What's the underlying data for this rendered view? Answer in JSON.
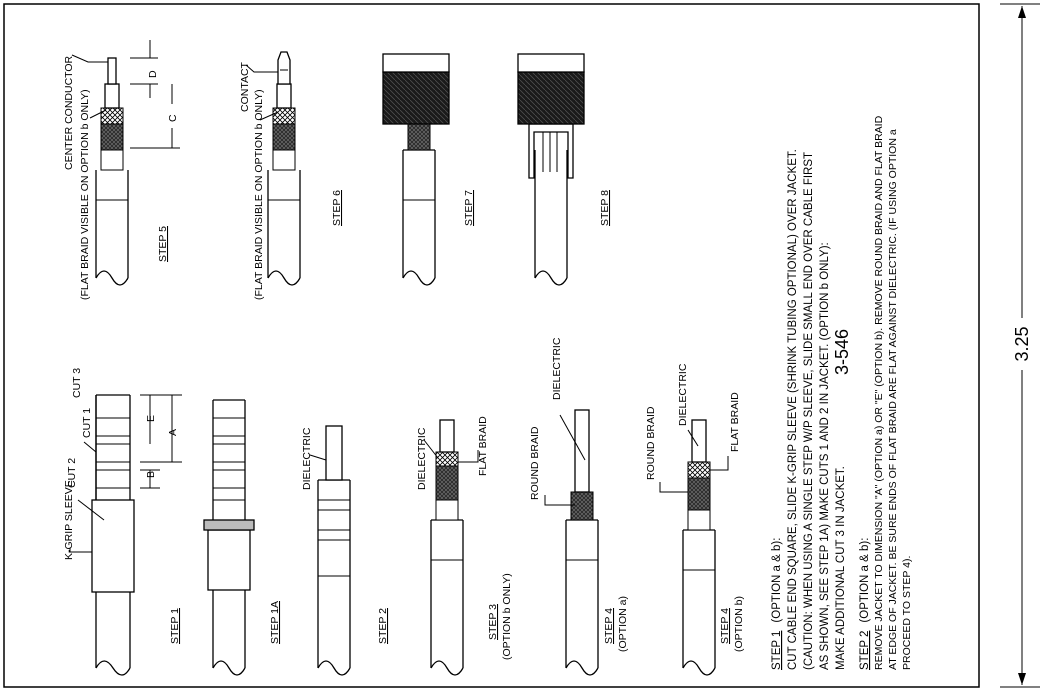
{
  "sheet": {
    "figure_number": "3-546",
    "dimension": "3.25"
  },
  "steps": [
    {
      "id": "s1",
      "label": "STEP 1"
    },
    {
      "id": "s1a",
      "label": "STEP 1A"
    },
    {
      "id": "s2",
      "label": "STEP 2"
    },
    {
      "id": "s3",
      "label": "STEP 3",
      "sub": "(OPTION b ONLY)"
    },
    {
      "id": "s4a",
      "label": "STEP 4",
      "sub": "(OPTION a)"
    },
    {
      "id": "s4b",
      "label": "STEP 4",
      "sub": "(OPTION b)"
    },
    {
      "id": "s5",
      "label": "STEP 5"
    },
    {
      "id": "s6",
      "label": "STEP 6"
    },
    {
      "id": "s7",
      "label": "STEP 7"
    },
    {
      "id": "s8",
      "label": "STEP 8"
    }
  ],
  "callouts": {
    "k_grip_sleeve": "K-GRIP SLEEVE",
    "cut_1": "CUT 1",
    "cut_2": "CUT 2",
    "cut_3": "CUT 3",
    "dim_a": "A",
    "dim_b": "B",
    "dim_c": "C",
    "dim_d": "D",
    "dim_e": "E",
    "dielectric": "DIELECTRIC",
    "flat_braid": "FLAT BRAID",
    "round_braid": "ROUND BRAID",
    "center_conductor": "CENTER CONDUCTOR",
    "contact": "CONTACT",
    "flat_braid_visible": "(FLAT BRAID VISIBLE ON OPTION b ONLY)"
  },
  "notes": {
    "step1_head": "STEP 1",
    "step1_opt": "(OPTION a & b):",
    "step1_lines": [
      "CUT CABLE END SQUARE, SLIDE K-GRIP SLEEVE (SHRINK TUBING OPTIONAL) OVER JACKET.",
      "(CAUTION: WHEN USING A SINGLE STEP W/P SLEEVE, SLIDE SMALL END OVER CABLE FIRST",
      "AS SHOWN, SEE STEP 1A) MAKE CUTS 1 AND 2 IN JACKET. (OPTION b ONLY):",
      "MAKE ADDITIONAL CUT 3 IN JACKET."
    ],
    "step2_head": "STEP 2",
    "step2_opt": "(OPTION a & b):",
    "step2_lines": [
      "REMOVE JACKET TO DIMENSION \"A\" (OPTION a) OR \"E\" (OPTION b). REMOVE ROUND BRAID AND FLAT BRAID",
      "AT EDGE OF JACKET.  BE SURE ENDS OF FLAT BRAID ARE FLAT AGAINST DIELECTRIC. (IF USING OPTION a",
      "PROCEED TO STEP 4)."
    ]
  }
}
